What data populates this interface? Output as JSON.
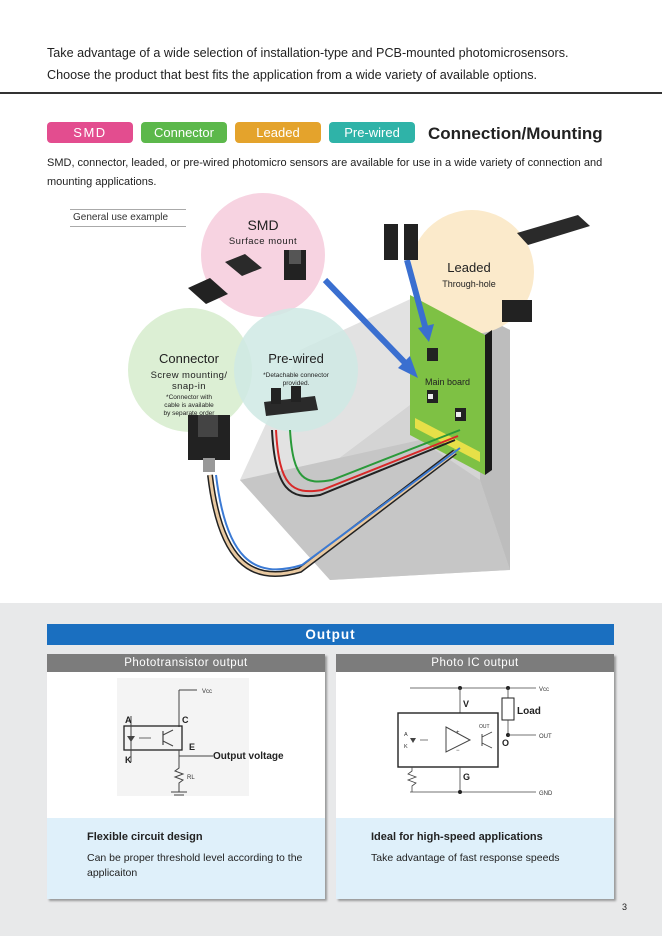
{
  "intro": {
    "line1": "Take advantage of a wide selection of installation-type and PCB-mounted photomicrosensors.",
    "line2": "Choose the product that best fits the application from a wide variety of available options."
  },
  "tags": [
    {
      "label": "SMD",
      "color": "#e34d8f"
    },
    {
      "label": "Connector",
      "color": "#5cb84b"
    },
    {
      "label": "Leaded",
      "color": "#e4a32c"
    },
    {
      "label": "Pre-wired",
      "color": "#2fb3a8"
    }
  ],
  "section_title": "Connection/Mounting",
  "description": "SMD, connector, leaded, or pre-wired photomicro sensors are available for use in a wide variety of connection and mounting applications.",
  "example_label": "General use example",
  "illustration": {
    "smd": {
      "title": "SMD",
      "subtitle": "Surface mount"
    },
    "leaded": {
      "title": "Leaded",
      "subtitle": "Through-hole"
    },
    "connector": {
      "title": "Connector",
      "subtitle1": "Screw mounting/",
      "subtitle2": "snap-in",
      "note1": "*Connector with",
      "note2": "cable is available",
      "note3": "by separate order"
    },
    "prewired": {
      "title": "Pre-wired",
      "note1": "*Detachable connector",
      "note2": "provided."
    },
    "main_board": "Main board"
  },
  "output": {
    "title": "Output",
    "left": {
      "header": "Phototransistor output",
      "labels": {
        "vcc": "Vcc",
        "a": "A",
        "c": "C",
        "e": "E",
        "k": "K",
        "rl": "RL",
        "out": "Output voltage"
      },
      "feature_title": "Flexible circuit design",
      "feature_text": "Can be proper threshold level according to the applicaiton"
    },
    "right": {
      "header": "Photo IC output",
      "labels": {
        "vcc": "Vcc",
        "v": "V",
        "load": "Load",
        "out_small": "OUT",
        "out": "OUT",
        "o": "O",
        "g": "G",
        "gnd": "GND",
        "a": "A",
        "k": "K"
      },
      "feature_title": "Ideal for high-speed applications",
      "feature_text": "Take advantage of fast response speeds"
    }
  },
  "page_number": "3"
}
